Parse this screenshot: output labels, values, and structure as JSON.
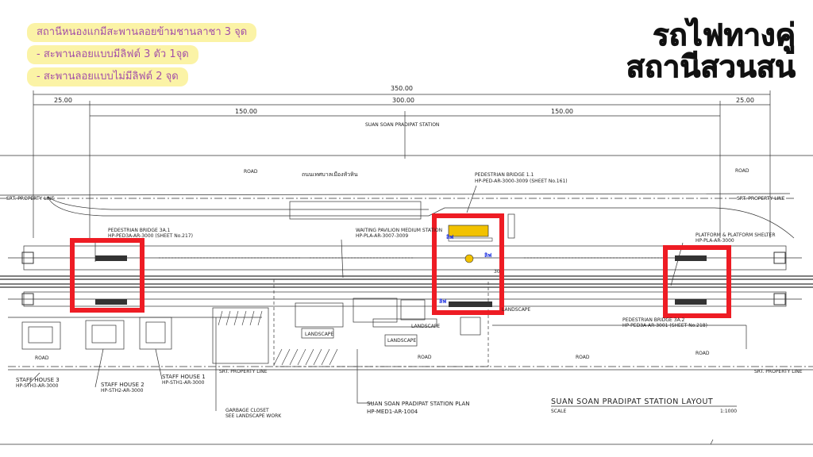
{
  "notes": [
    "สถานีหนองแกมีสะพานลอยข้ามชานลาชา 3 จุด",
    "- สะพานลอยแบบมีลิฟต์ 3 ตัว 1จุด",
    "- สะพานลอยแบบไม่มีลิฟต์ 2 จุด"
  ],
  "headline": {
    "line1": "รถไฟทางคู่",
    "line2": "สถานีสวนสน"
  },
  "dimensions": {
    "total": "350.00",
    "left_end": "25.00",
    "middle": "300.00",
    "right_end": "25.00",
    "half_left": "150.00",
    "half_right": "150.00"
  },
  "labels": {
    "station_name": "SUAN SOAN PRADIPAT STATION",
    "road_top_left": "ROAD",
    "road_top_right": "ROAD",
    "thai_road": "ถนนเทศบาลเมืองหัวหิน",
    "srt_line_top_left": "SRT. PROPERTY LINE",
    "srt_line_top_right": "SRT. PROPERTY LINE",
    "srt_line_bottom_left": "SRT. PROPERTY LINE",
    "srt_line_bottom_right": "SRT. PROPERTY LINE",
    "pb11_title": "PEDESTRIAN BRIDGE 1.1",
    "pb11_ref": "HP-PED-AR-3000-3009 (SHEET No.161)",
    "pb3a1_title": "PEDESTRIAN BRIDGE 3A.1",
    "pb3a1_ref": "HP-PED3A-AR-3000 (SHEET No.217)",
    "pavilion_title": "WAITING PAVILION MEDIUM STATION",
    "pavilion_ref": "HP-PLA-AR-3007-3009",
    "platform_title": "PLATFORM & PLATFORM SHELTER",
    "platform_ref": "HP-PLA-AR-3000",
    "pb3a2_title": "PEDESTRIAN BRIDGE 3A.2",
    "pb3a2_ref": "HP-PED3A-AR-3001 (SHEET No.218)",
    "road_bottom_left": "ROAD",
    "road_bottom_mid": "ROAD",
    "road_bottom_right": "ROAD",
    "road_bottom_far": "ROAD",
    "landscape1": "LANDSCAPE",
    "landscape2": "LANDSCAPE",
    "landscape3": "LANDSCAPE",
    "landscape4": "LANDSCAPE",
    "staff3_title": "STAFF HOUSE 3",
    "staff3_ref": "HP-STH3-AR-3000",
    "staff2_title": "STAFF HOUSE 2",
    "staff2_ref": "HP-STH2-AR-3000",
    "staff1_title": "STAFF HOUSE 1",
    "staff1_ref": "HP-STH1-AR-3000",
    "garbage_title": "GARBAGE CLOSET",
    "garbage_ref": "SEE LANDSCAPE WORK",
    "plan_title": "SUAN SOAN PRADIPAT STATION PLAN",
    "plan_ref": "HP-MED1-AR-1004",
    "layout_title": "SUAN SOAN PRADIPAT STATION LAYOUT",
    "scale_label": "SCALE",
    "scale_value": "1:1000",
    "chainage": "30"
  },
  "colors": {
    "highlight_box": "#ee1c24",
    "note_bg": "#fbf3a6",
    "note_text": "#a34fa8",
    "lift_marker": "#f2c200"
  }
}
